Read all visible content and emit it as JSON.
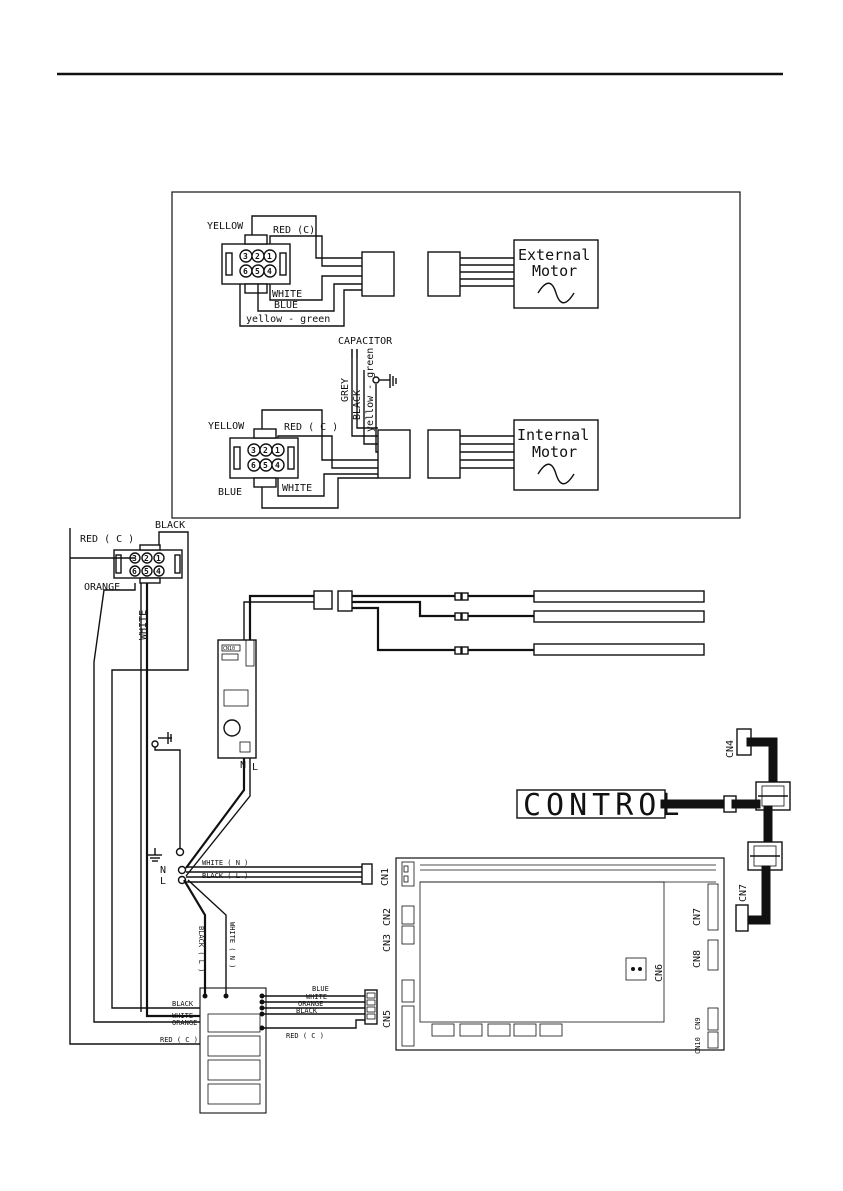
{
  "external_motor": {
    "connector": {
      "yellow": "YELLOW",
      "red_c": "RED (C)",
      "white": "WHITE",
      "blue": "BLUE",
      "yellow_green": "yellow - green"
    },
    "title_line1": "External",
    "title_line2": "Motor"
  },
  "capacitor": {
    "label": "CAPACITOR",
    "grey": "GREY",
    "black": "BLACK",
    "yellow_green": "yellow - green"
  },
  "internal_motor": {
    "connector": {
      "yellow": "YELLOW",
      "red_c": "RED ( C )",
      "white": "WHITE",
      "blue": "BLUE"
    },
    "title_line1": "Internal",
    "title_line2": "Motor"
  },
  "main_connector": {
    "red_c": "RED ( C )",
    "black": "BLACK",
    "orange": "ORANGE",
    "white": "WHITE"
  },
  "receiver_board": {
    "cn": "CN10",
    "n": "N",
    "l": "L"
  },
  "terminal": {
    "n": "N",
    "l": "L"
  },
  "power_wires": {
    "white_n": "WHITE ( N )",
    "black_l": "BLACK ( L )",
    "black_l_v": "BLACK ( L )",
    "white_n_v": "WHITE ( N )"
  },
  "terminal_block": {
    "black": "BLACK",
    "white": "WHITE",
    "orange": "ORANGE",
    "red_c": "RED ( C )",
    "red_c2": "RED ( C )"
  },
  "cn5_wires": {
    "blue": "BLUE",
    "white": "WHITE",
    "orange": "ORANGE",
    "black": "BLACK"
  },
  "connectors": {
    "cn1": "CN1",
    "cn2": "CN2",
    "cn3": "CN3",
    "cn4": "CN4",
    "cn5": "CN5",
    "cn6": "CN6",
    "cn7": "CN7",
    "cn7b": "CN7",
    "cn8": "CN8",
    "cn9": "CN9",
    "cn10": "CN10"
  },
  "control_label": "CONTROL"
}
